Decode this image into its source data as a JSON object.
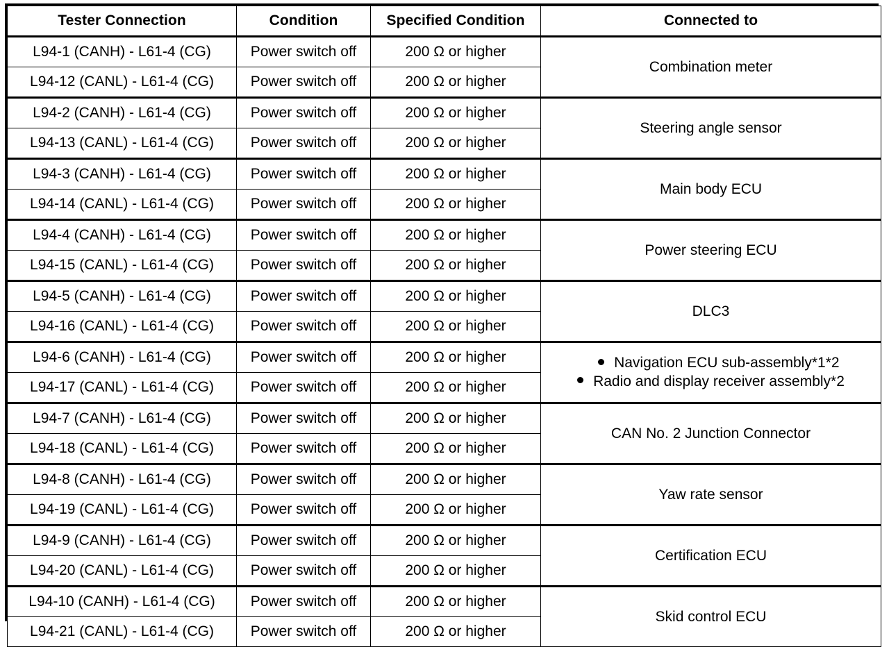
{
  "table": {
    "headers": [
      {
        "id": "tester-connection",
        "label": "Tester Connection"
      },
      {
        "id": "condition",
        "label": "Condition"
      },
      {
        "id": "specified-condition",
        "label": "Specified Condition"
      },
      {
        "id": "connected-to",
        "label": "Connected to"
      }
    ],
    "groups": [
      {
        "connected_to": "Combination meter",
        "rows": [
          {
            "tester": "L94-1 (CANH) - L61-4 (CG)",
            "condition": "Power switch off",
            "specified": "200 Ω or higher"
          },
          {
            "tester": "L94-12 (CANL) - L61-4 (CG)",
            "condition": "Power switch off",
            "specified": "200 Ω or higher"
          }
        ]
      },
      {
        "connected_to": "Steering angle sensor",
        "rows": [
          {
            "tester": "L94-2 (CANH) - L61-4 (CG)",
            "condition": "Power switch off",
            "specified": "200 Ω or higher"
          },
          {
            "tester": "L94-13 (CANL) - L61-4 (CG)",
            "condition": "Power switch off",
            "specified": "200 Ω or higher"
          }
        ]
      },
      {
        "connected_to": "Main body ECU",
        "rows": [
          {
            "tester": "L94-3 (CANH) - L61-4 (CG)",
            "condition": "Power switch off",
            "specified": "200 Ω or higher"
          },
          {
            "tester": "L94-14 (CANL) - L61-4 (CG)",
            "condition": "Power switch off",
            "specified": "200 Ω or higher"
          }
        ]
      },
      {
        "connected_to": "Power steering ECU",
        "rows": [
          {
            "tester": "L94-4 (CANH) - L61-4 (CG)",
            "condition": "Power switch off",
            "specified": "200 Ω or higher"
          },
          {
            "tester": "L94-15 (CANL) - L61-4 (CG)",
            "condition": "Power switch off",
            "specified": "200 Ω or higher"
          }
        ]
      },
      {
        "connected_to": "DLC3",
        "rows": [
          {
            "tester": "L94-5 (CANH) - L61-4 (CG)",
            "condition": "Power switch off",
            "specified": "200 Ω or higher"
          },
          {
            "tester": "L94-16 (CANL) - L61-4 (CG)",
            "condition": "Power switch off",
            "specified": "200 Ω or higher"
          }
        ]
      },
      {
        "connected_to": "",
        "connected_to_bullets": [
          "Navigation ECU sub-assembly*1*2",
          "Radio and display receiver assembly*2"
        ],
        "rows": [
          {
            "tester": "L94-6 (CANH) - L61-4 (CG)",
            "condition": "Power switch off",
            "specified": "200 Ω or higher"
          },
          {
            "tester": "L94-17 (CANL) - L61-4 (CG)",
            "condition": "Power switch off",
            "specified": "200 Ω or higher"
          }
        ]
      },
      {
        "connected_to": "CAN No. 2 Junction Connector",
        "rows": [
          {
            "tester": "L94-7 (CANH) - L61-4 (CG)",
            "condition": "Power switch off",
            "specified": "200 Ω or higher"
          },
          {
            "tester": "L94-18 (CANL) - L61-4 (CG)",
            "condition": "Power switch off",
            "specified": "200 Ω or higher"
          }
        ]
      },
      {
        "connected_to": "Yaw rate sensor",
        "rows": [
          {
            "tester": "L94-8 (CANH) - L61-4 (CG)",
            "condition": "Power switch off",
            "specified": "200 Ω or higher"
          },
          {
            "tester": "L94-19 (CANL) - L61-4 (CG)",
            "condition": "Power switch off",
            "specified": "200 Ω or higher"
          }
        ]
      },
      {
        "connected_to": "Certification ECU",
        "rows": [
          {
            "tester": "L94-9 (CANH) - L61-4 (CG)",
            "condition": "Power switch off",
            "specified": "200 Ω or higher"
          },
          {
            "tester": "L94-20 (CANL) - L61-4 (CG)",
            "condition": "Power switch off",
            "specified": "200 Ω or higher"
          }
        ]
      },
      {
        "connected_to": "Skid control ECU",
        "rows": [
          {
            "tester": "L94-10 (CANH) - L61-4 (CG)",
            "condition": "Power switch off",
            "specified": "200 Ω or higher"
          },
          {
            "tester": "L94-21 (CANL) - L61-4 (CG)",
            "condition": "Power switch off",
            "specified": "200 Ω or higher"
          }
        ]
      }
    ]
  },
  "colors": {
    "border": "#000000",
    "background": "#ffffff",
    "text": "#000000"
  }
}
